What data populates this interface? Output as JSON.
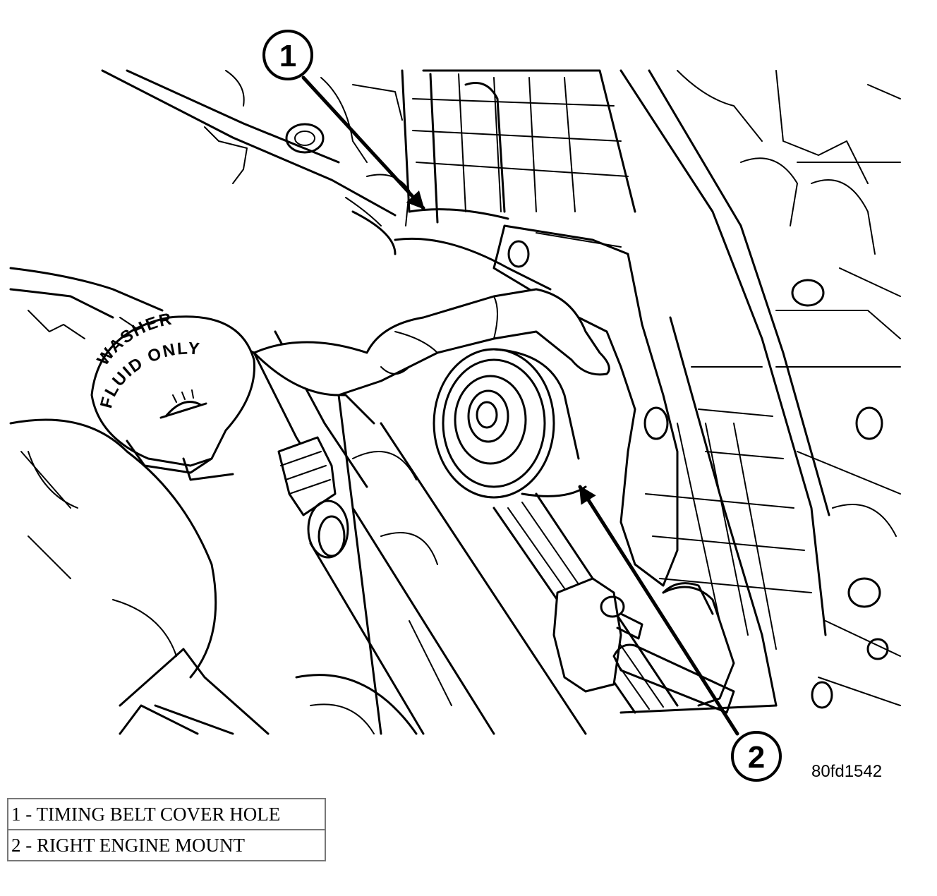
{
  "figure": {
    "image_id": "80fd1542",
    "washer_cap_text_line1": "WASHER",
    "washer_cap_text_line2": "FLUID ONLY",
    "callouts": [
      {
        "number": "1"
      },
      {
        "number": "2"
      }
    ]
  },
  "legend": [
    {
      "text": "1 - TIMING BELT COVER HOLE"
    },
    {
      "text": "2 - RIGHT ENGINE MOUNT"
    }
  ]
}
